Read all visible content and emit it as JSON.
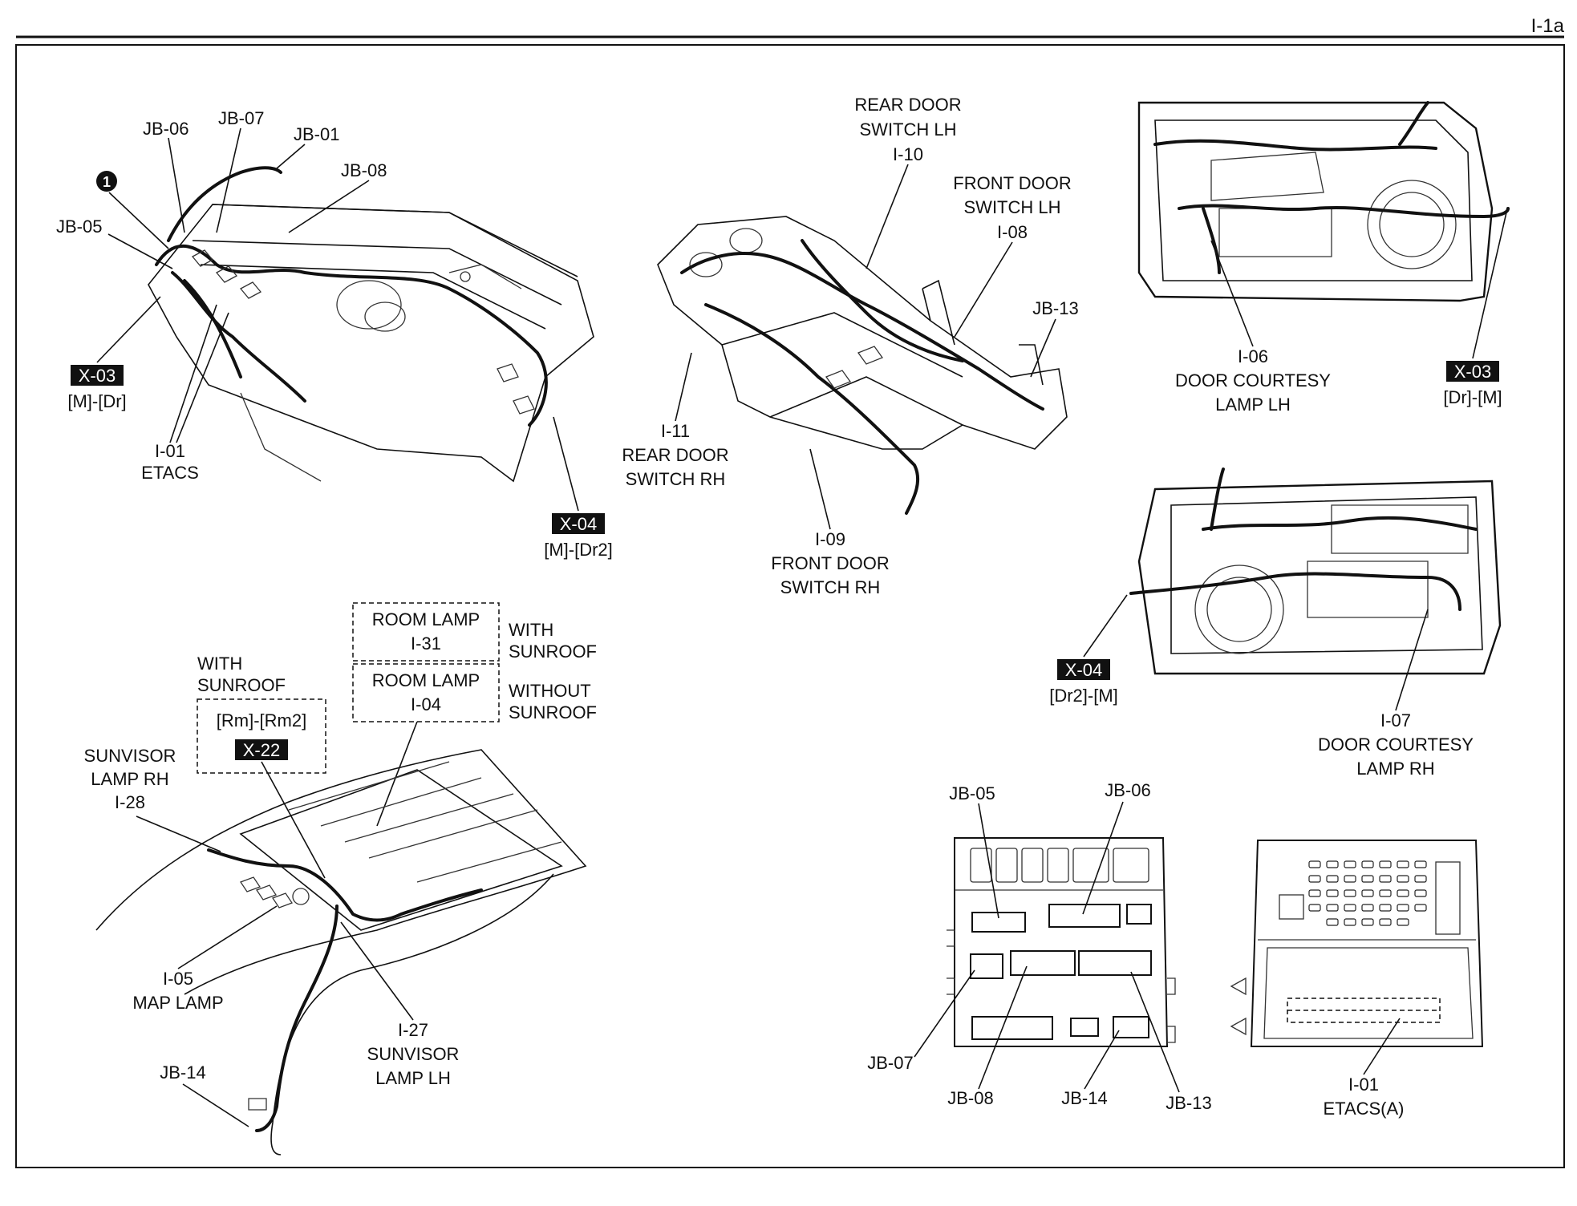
{
  "page_id": "I-1a",
  "marker_number": "1",
  "dashboard": {
    "labels": [
      "JB-06",
      "JB-07",
      "JB-01",
      "JB-08",
      "JB-05"
    ],
    "x03_tag": "X-03",
    "x03_sub": "[M]-[Dr]",
    "etacs_code": "I-01",
    "etacs_name": "ETACS",
    "x04_tag": "X-04",
    "x04_sub": "[M]-[Dr2]"
  },
  "floor": {
    "rear_lh": [
      "REAR DOOR",
      "SWITCH LH",
      "I-10"
    ],
    "front_lh": [
      "FRONT DOOR",
      "SWITCH LH",
      "I-08"
    ],
    "jb13": "JB-13",
    "rear_rh": [
      "I-11",
      "REAR DOOR",
      "SWITCH RH"
    ],
    "front_rh": [
      "I-09",
      "FRONT DOOR",
      "SWITCH RH"
    ]
  },
  "door_lh": {
    "courtesy": [
      "I-06",
      "DOOR COURTESY",
      "LAMP LH"
    ],
    "tag": "X-03",
    "tag_sub": "[Dr]-[M]"
  },
  "door_rh": {
    "tag": "X-04",
    "tag_sub": "[Dr2]-[M]",
    "courtesy": [
      "I-07",
      "DOOR COURTESY",
      "LAMP RH"
    ]
  },
  "roof": {
    "room31": [
      "ROOM LAMP",
      "I-31"
    ],
    "with_sunroof_a": [
      "WITH",
      "SUNROOF"
    ],
    "room04": [
      "ROOM LAMP",
      "I-04"
    ],
    "without_sunroof": [
      "WITHOUT",
      "SUNROOF"
    ],
    "with_sunroof_b": [
      "WITH",
      "SUNROOF"
    ],
    "rm_sub": "[Rm]-[Rm2]",
    "x22_tag": "X-22",
    "sunvisor_rh": [
      "SUNVISOR",
      "LAMP RH",
      "I-28"
    ],
    "map_lamp": [
      "I-05",
      "MAP LAMP"
    ],
    "sunvisor_lh": [
      "I-27",
      "SUNVISOR",
      "LAMP LH"
    ],
    "jb14": "JB-14"
  },
  "junction_block": {
    "top": [
      "JB-05",
      "JB-06"
    ],
    "bottom": [
      "JB-07",
      "JB-08",
      "JB-14",
      "JB-13"
    ]
  },
  "etacs_unit": [
    "I-01",
    "ETACS(A)"
  ]
}
